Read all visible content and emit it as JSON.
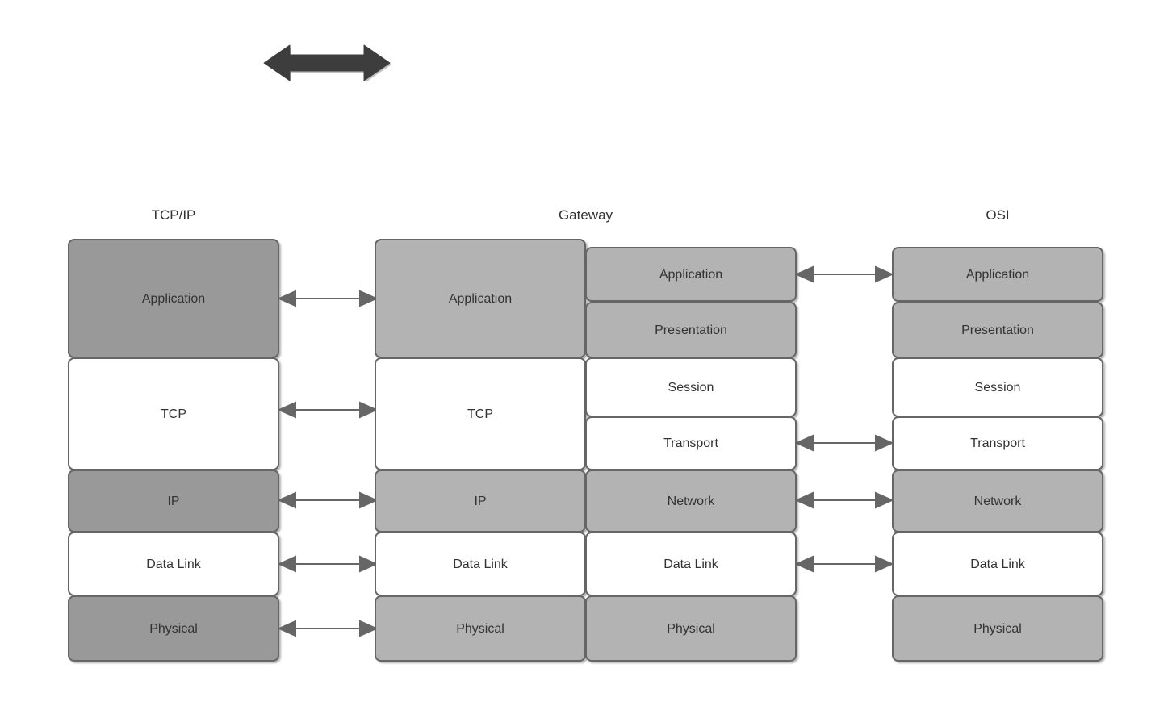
{
  "diagram": {
    "title_top_arrow": "bidirectional-arrow",
    "colors": {
      "stroke": "#666666",
      "fill_dark_gray": "#999999",
      "fill_light_gray": "#b3b3b3",
      "fill_white": "#ffffff",
      "text": "#333333",
      "big_arrow": "#3d3d3d",
      "connector": "#666666"
    }
  },
  "columns": {
    "tcpip": {
      "title": "TCP/IP",
      "layers": [
        {
          "label": "Application",
          "fill": "dark"
        },
        {
          "label": "TCP",
          "fill": "white"
        },
        {
          "label": "IP",
          "fill": "dark"
        },
        {
          "label": "Data Link",
          "fill": "white"
        },
        {
          "label": "Physical",
          "fill": "dark"
        }
      ]
    },
    "gateway": {
      "title": "Gateway",
      "left_layers": [
        {
          "label": "Application",
          "fill": "light"
        },
        {
          "label": "TCP",
          "fill": "white"
        },
        {
          "label": "IP",
          "fill": "light"
        },
        {
          "label": "Data Link",
          "fill": "white"
        },
        {
          "label": "Physical",
          "fill": "light"
        }
      ],
      "right_layers": [
        {
          "label": "Application",
          "fill": "light"
        },
        {
          "label": "Presentation",
          "fill": "light"
        },
        {
          "label": "Session",
          "fill": "white"
        },
        {
          "label": "Transport",
          "fill": "white"
        },
        {
          "label": "Network",
          "fill": "light"
        },
        {
          "label": "Data Link",
          "fill": "white"
        },
        {
          "label": "Physical",
          "fill": "light"
        }
      ]
    },
    "osi": {
      "title": "OSI",
      "layers": [
        {
          "label": "Application",
          "fill": "light"
        },
        {
          "label": "Presentation",
          "fill": "light"
        },
        {
          "label": "Session",
          "fill": "white"
        },
        {
          "label": "Transport",
          "fill": "white"
        },
        {
          "label": "Network",
          "fill": "light"
        },
        {
          "label": "Data Link",
          "fill": "white"
        },
        {
          "label": "Physical",
          "fill": "light"
        }
      ]
    }
  },
  "connectors": {
    "left_group": [
      {
        "pairs": "tcpip-application ↔ gateway-application"
      },
      {
        "pairs": "tcpip-tcp ↔ gateway-tcp"
      },
      {
        "pairs": "tcpip-ip ↔ gateway-ip"
      },
      {
        "pairs": "tcpip-datalink ↔ gateway-datalink"
      },
      {
        "pairs": "tcpip-physical ↔ gateway-physical"
      }
    ],
    "right_group": [
      {
        "pairs": "gateway-application ↔ osi-application"
      },
      {
        "pairs": "gateway-transport ↔ osi-transport"
      },
      {
        "pairs": "gateway-network ↔ osi-network"
      },
      {
        "pairs": "gateway-datalink ↔ osi-datalink"
      }
    ]
  }
}
